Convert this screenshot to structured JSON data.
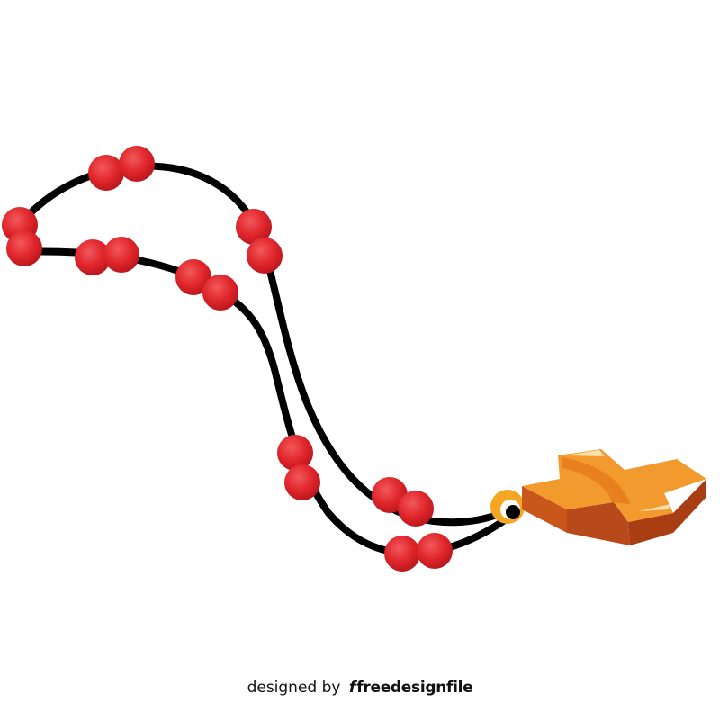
{
  "colors": {
    "cord": "#000000",
    "bead": "#E0262B",
    "bead_shade": "#B5151B",
    "bead_highlight": "#F2595C",
    "cross_top": "#F29A2E",
    "cross_side": "#C9561A",
    "cross_dark": "#A83E12",
    "ring": "#F5A623"
  },
  "watermark": {
    "prefix": "designed by",
    "logo_glyph": "f",
    "brand": "freedesignfile"
  }
}
